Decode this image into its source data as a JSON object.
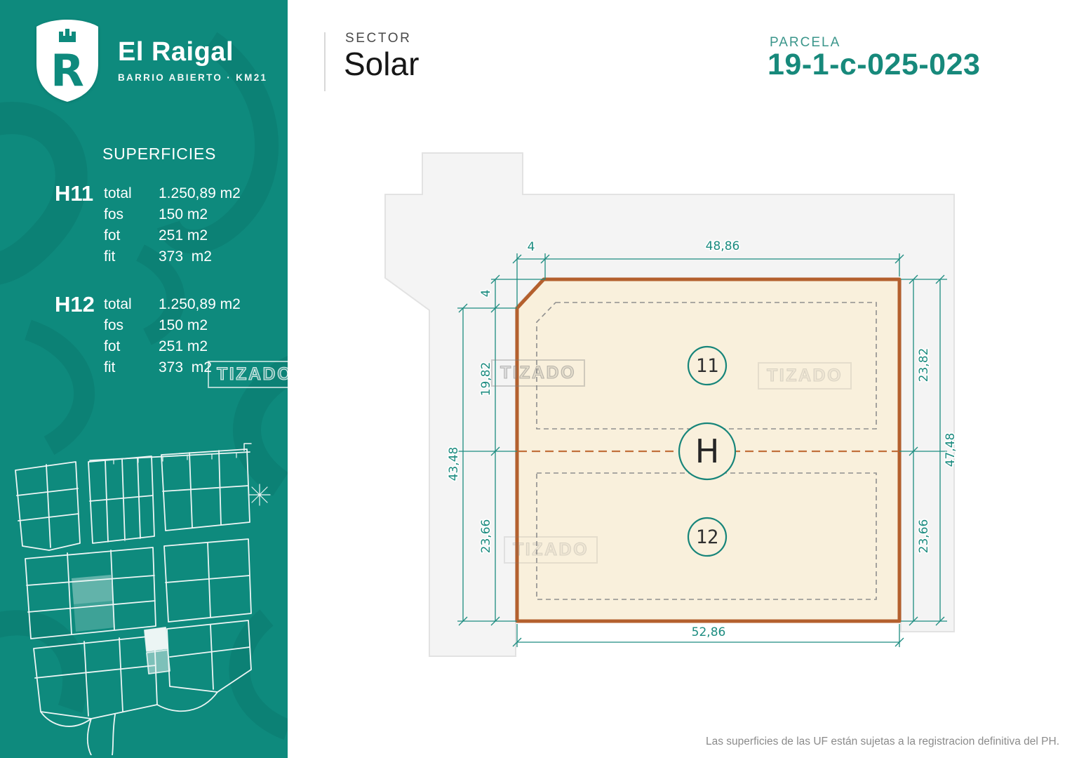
{
  "brand": {
    "name": "El Raigal",
    "tagline": "BARRIO ABIERTO · KM21",
    "logo_letter": "R"
  },
  "sidebar": {
    "superficies": {
      "title": "SUPERFICIES",
      "groups": [
        {
          "code": "H11",
          "rows": [
            {
              "label": "total",
              "value": "1.250,89 m2"
            },
            {
              "label": "fos",
              "value": "150 m2"
            },
            {
              "label": "fot",
              "value": "251 m2"
            },
            {
              "label": "fit",
              "value": "373  m2"
            }
          ]
        },
        {
          "code": "H12",
          "rows": [
            {
              "label": "total",
              "value": "1.250,89 m2"
            },
            {
              "label": "fos",
              "value": "150 m2"
            },
            {
              "label": "fot",
              "value": "251 m2"
            },
            {
              "label": "fit",
              "value": "373  m2"
            }
          ]
        }
      ]
    }
  },
  "header": {
    "sector_label": "SECTOR",
    "sector_value": "Solar",
    "parcela_label": "PARCELA",
    "parcela_value": "19-1-c-025-023"
  },
  "plan": {
    "labels": {
      "upper_lot": "11",
      "lower_lot": "12",
      "parcel": "H"
    },
    "dimensions": {
      "top_chamfer": "4",
      "top_width": "48,86",
      "left_chamfer": "4",
      "left_upper": "19,82",
      "left_total": "43,48",
      "left_lower": "23,66",
      "right_upper": "23,82",
      "right_total": "47,48",
      "right_lower": "23,66",
      "bottom_width": "52,86"
    },
    "colors": {
      "parcel_fill": "#f9f0dc",
      "parcel_border": "#b4602e",
      "dimension_teal": "#1c8c80",
      "context_fill": "#f4f4f4"
    }
  },
  "watermark": {
    "text": "TIZADO"
  },
  "footer": {
    "disclaimer": "Las superficies de las UF están sujetas a la registracion definitiva del PH."
  }
}
